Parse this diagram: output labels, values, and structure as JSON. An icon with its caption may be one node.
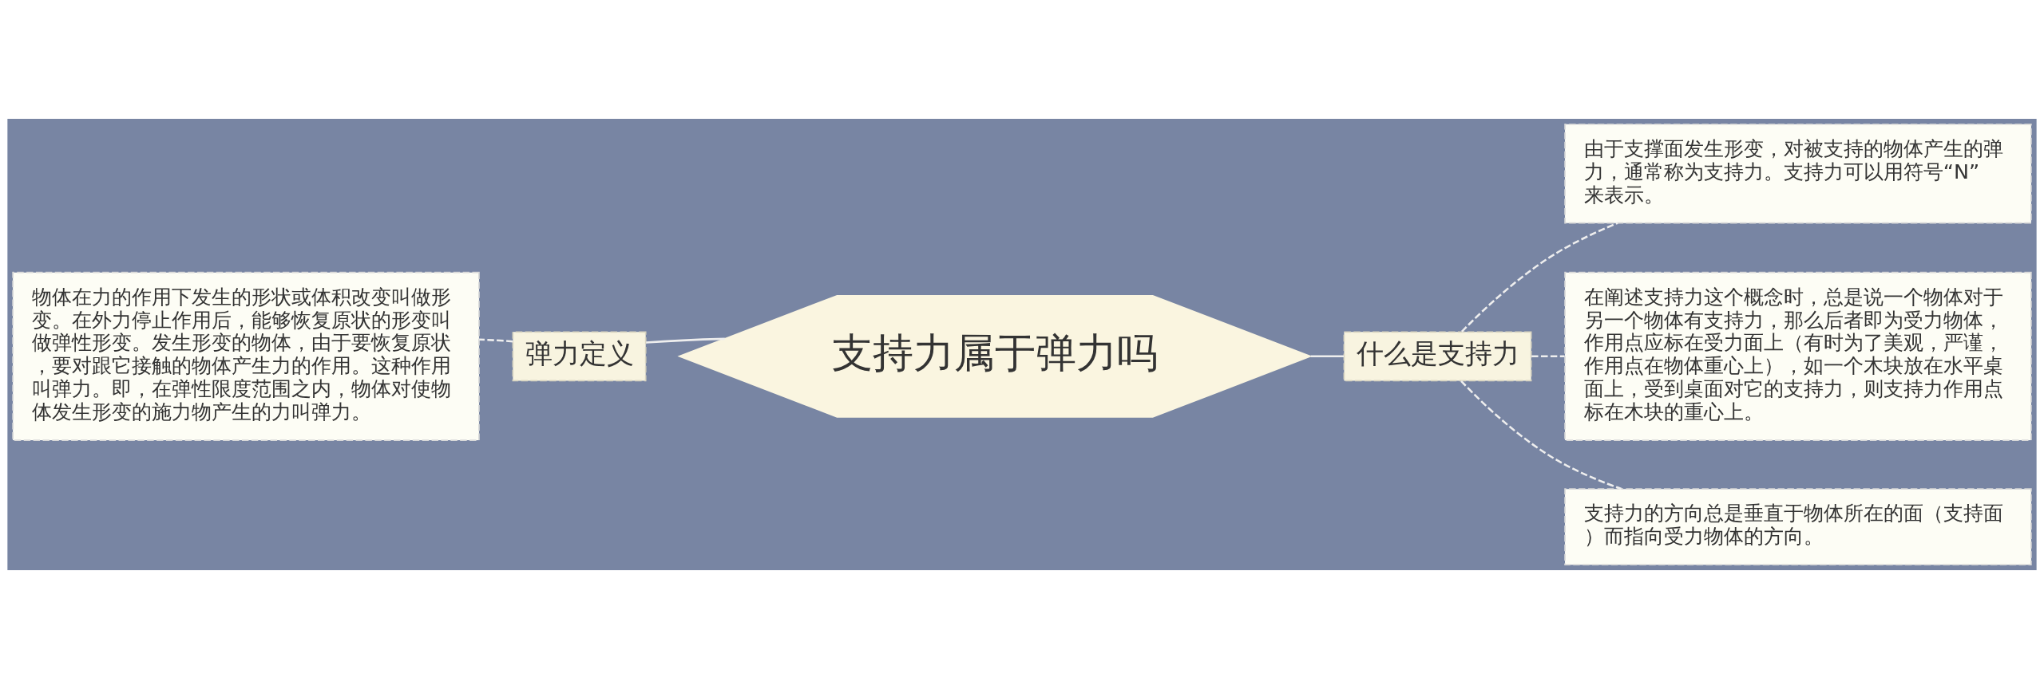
{
  "diagram": {
    "nodes": [
      {
        "text": [
          "支持力属于弹力吗"
        ]
      },
      {
        "text": [
          "弹力定义"
        ]
      },
      {
        "text": [
          "物体在力的作用下发生的形状或体积改变叫做形变。在外力停止作用后，能够恢复原状的形变叫做弹性形变。发生形变的物体，由于要恢复原状，要对跟它接触的物体产生力的作用。这种作用叫弹力。即，在弹性限度范围之内，物体对使物体发生形变的施力物产生的力叫弹力。"
        ]
      },
      {
        "text": [
          "什么是支持力"
        ]
      },
      {
        "text": [
          "由于支撑面发生形变，对被支持的物体产生的弹力，通常称为支持力。支持力可以用符号“N”来表示。"
        ]
      },
      {
        "text": [
          "在阐述支持力这个概念时，总是说一个物体对于另一个物体有支持力，那么后者即为受力物体，作用点应标在受力面上（有时为了美观，严谨，作用点在物体重心上），如一个木块放在水平桌面上，受到桌面对它的支持力，则支持力作用点标在木块的重心上。"
        ]
      },
      {
        "text": [
          "支持力的方向总是垂直于物体所在的面（支持面）而指向受力物体的方向。"
        ]
      }
    ],
    "edges": [
      {
        "from": 0,
        "to": 1,
        "arrow": "none"
      },
      {
        "from": 1,
        "to": 2,
        "arrow": "none",
        "style": "dashed"
      },
      {
        "from": 0,
        "to": 3,
        "arrow": "none"
      },
      {
        "from": 3,
        "to": 4,
        "arrow": "none",
        "style": "dashed"
      },
      {
        "from": 3,
        "to": 5,
        "arrow": "none",
        "style": "dashed"
      },
      {
        "from": 3,
        "to": 6,
        "arrow": "none",
        "style": "dashed"
      }
    ]
  }
}
